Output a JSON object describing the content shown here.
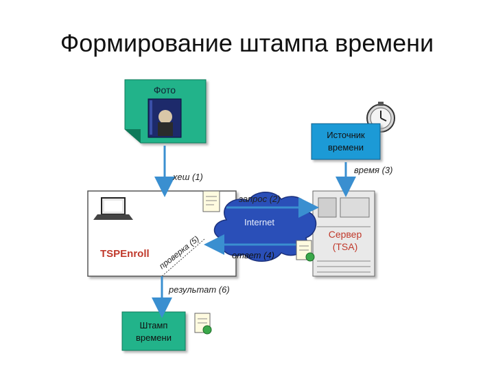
{
  "slide": {
    "title": "Формирование штампа времени"
  },
  "diagram": {
    "photo_box": {
      "label": "Фото"
    },
    "time_source_box": {
      "label_line1": "Источник",
      "label_line2": "времени"
    },
    "client_box": {
      "label": "TSPEnroll"
    },
    "server_box": {
      "label_line1": "Сервер",
      "label_line2": "(TSA)"
    },
    "stamp_box": {
      "label_line1": "Штамп",
      "label_line2": "времени"
    },
    "cloud": {
      "label": "Internet"
    },
    "edges": {
      "hash": "хеш (1)",
      "request": "запрос (2)",
      "time": "время (3)",
      "response": "ответ (4)",
      "verify": "проверка (5)",
      "result": "результат (6)"
    },
    "colors": {
      "green_box": "#22b38a",
      "blue_box": "#1e9ad6",
      "arrow": "#3a8fd0",
      "cloud": "#2a4fb8",
      "server_text": "#c0392b"
    }
  }
}
